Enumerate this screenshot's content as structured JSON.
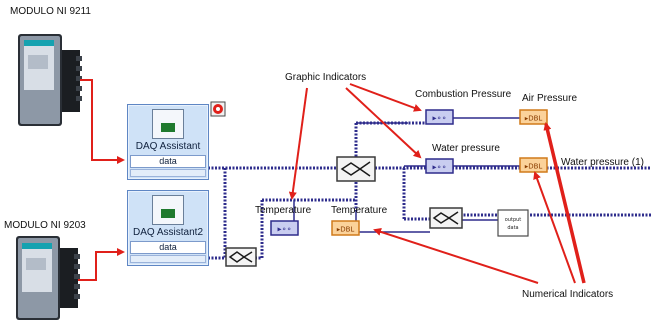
{
  "modules": {
    "module_9211": "MODULO NI 9211",
    "module_9203": "MODULO NI 9203"
  },
  "daq_blocks": [
    {
      "title": "DAQ Assistant",
      "port": "data"
    },
    {
      "title": "DAQ Assistant2",
      "port": "data"
    }
  ],
  "annotations": {
    "graphic_indicators": "Graphic Indicators",
    "numerical_indicators": "Numerical Indicators"
  },
  "indicator_labels": {
    "combustion_pressure": "Combustion Pressure",
    "air_pressure": "Air Pressure",
    "water_pressure": "Water pressure",
    "water_pressure_1": "Water pressure (1)",
    "temperature_graph": "Temperature",
    "temperature_numeric": "Temperature"
  },
  "terminal_text": {
    "graph": "▸∘∘",
    "numeric": "▸DBL",
    "output_data": "output data"
  },
  "colors": {
    "wire": "#2e2c8c",
    "annotation_arrow": "#e0201a",
    "daq_fill": "#cfe2f7",
    "graph_terminal": "#c9cdf0",
    "numeric_terminal": "#fbd29a"
  }
}
